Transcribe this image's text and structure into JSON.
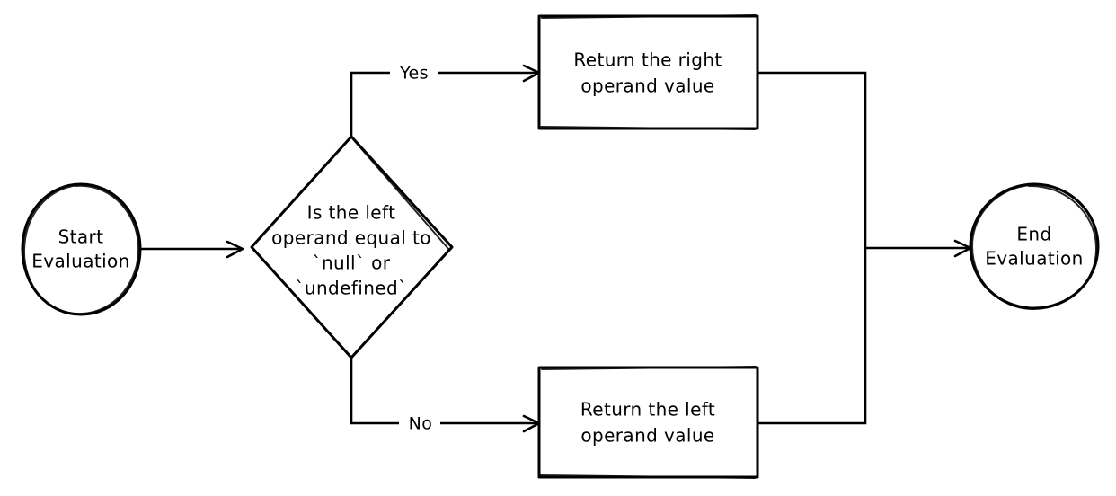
{
  "diagram": {
    "type": "flowchart",
    "orientation": "left-to-right",
    "style": "hand-drawn-sketch",
    "background_color": "#ffffff",
    "stroke_color": "#000000",
    "text_color": "#000000"
  },
  "nodes": {
    "start": {
      "id": "start",
      "shape": "circle",
      "line1": "Start",
      "line2": "Evaluation"
    },
    "decision": {
      "id": "decision",
      "shape": "diamond",
      "line1": "Is the left",
      "line2": "operand equal to",
      "line3": "`null` or",
      "line4": "`undefined`"
    },
    "return_right": {
      "id": "return_right",
      "shape": "rectangle",
      "line1": "Return the right",
      "line2": "operand value"
    },
    "return_left": {
      "id": "return_left",
      "shape": "rectangle",
      "line1": "Return the left",
      "line2": "operand value"
    },
    "end": {
      "id": "end",
      "shape": "circle",
      "line1": "End",
      "line2": "Evaluation"
    }
  },
  "edges": [
    {
      "id": "start-to-decision",
      "from": "start",
      "to": "decision",
      "label": ""
    },
    {
      "id": "decision-to-return-right",
      "from": "decision",
      "to": "return_right",
      "label": "Yes"
    },
    {
      "id": "decision-to-return-left",
      "from": "decision",
      "to": "return_left",
      "label": "No"
    },
    {
      "id": "return-right-to-end",
      "from": "return_right",
      "to": "end",
      "label": ""
    },
    {
      "id": "return-left-to-end",
      "from": "return_left",
      "to": "end",
      "label": ""
    }
  ],
  "edge_labels": {
    "yes": "Yes",
    "no": "No"
  }
}
